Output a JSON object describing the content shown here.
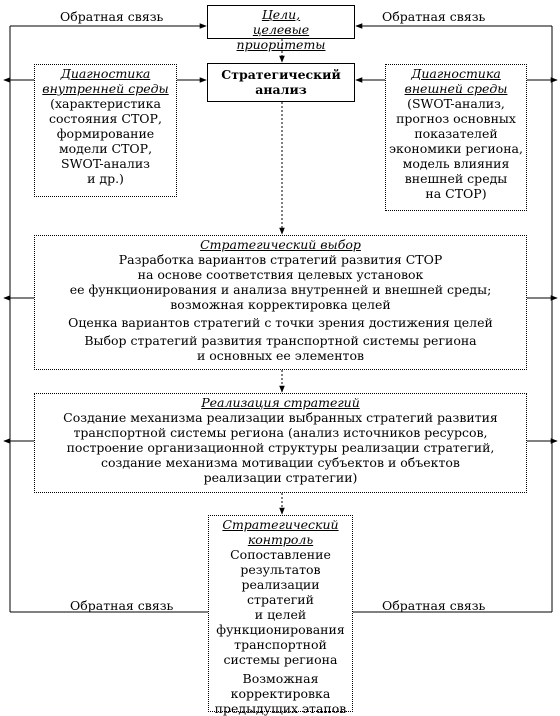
{
  "feedback_label": "Обратная связь",
  "goals": {
    "title": "Цели,",
    "subtitle": "целевые приоритеты"
  },
  "strategic_analysis": {
    "line1": "Стратегический",
    "line2": "анализ"
  },
  "internal_diag": {
    "title_line1": "Диагностика",
    "title_line2": "внутренней среды",
    "text": [
      "(характеристика",
      "состояния СТОР,",
      "формирование",
      "модели СТОР,",
      "SWOT-анализ",
      "и др.)"
    ]
  },
  "external_diag": {
    "title_line1": "Диагностика",
    "title_line2": "внешней среды",
    "text": [
      "(SWOT-анализ,",
      "прогноз основных",
      "показателей",
      "экономики региона,",
      "модель влияния",
      "внешней среды",
      "на СТОР)"
    ]
  },
  "strategic_choice": {
    "title": "Стратегический выбор",
    "p1": [
      "Разработка вариантов стратегий развития СТОР",
      "на основе соответствия целевых установок",
      "ее функционирования и анализа внутренней и внешней среды;",
      "возможная корректировка целей"
    ],
    "p2": [
      "Оценка вариантов стратегий с точки зрения достижения целей"
    ],
    "p3": [
      "Выбор стратегий развития транспортной системы региона",
      "и основных ее элементов"
    ]
  },
  "implementation": {
    "title": "Реализация стратегий",
    "text": [
      "Создание механизма реализации выбранных стратегий развития",
      "транспортной системы региона (анализ источников ресурсов,",
      "построение организационной структуры реализации стратегий,",
      "создание механизма мотивации субъектов и объектов",
      "реализации стратегии)"
    ]
  },
  "control": {
    "title_line1": "Стратегический",
    "title_line2": "контроль",
    "p1": [
      "Сопоставление",
      "результатов",
      "реализации стратегий",
      "и целей",
      "функционирования",
      "транспортной",
      "системы региона"
    ],
    "p2": [
      "Возможная",
      "корректировка",
      "предыдущих этапов"
    ]
  }
}
